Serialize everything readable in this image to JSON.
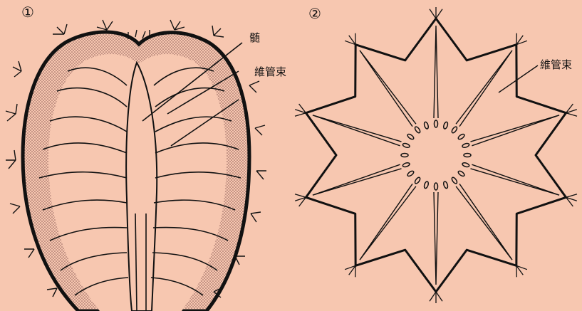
{
  "figure1": {
    "number": "①",
    "label_pith": "髄",
    "label_bundle": "維管束"
  },
  "figure2": {
    "number": "②",
    "label_bundle": "維管束"
  },
  "colors": {
    "background": "#f7c7b0",
    "ink": "#111111",
    "stipple": "#d99a8a"
  }
}
